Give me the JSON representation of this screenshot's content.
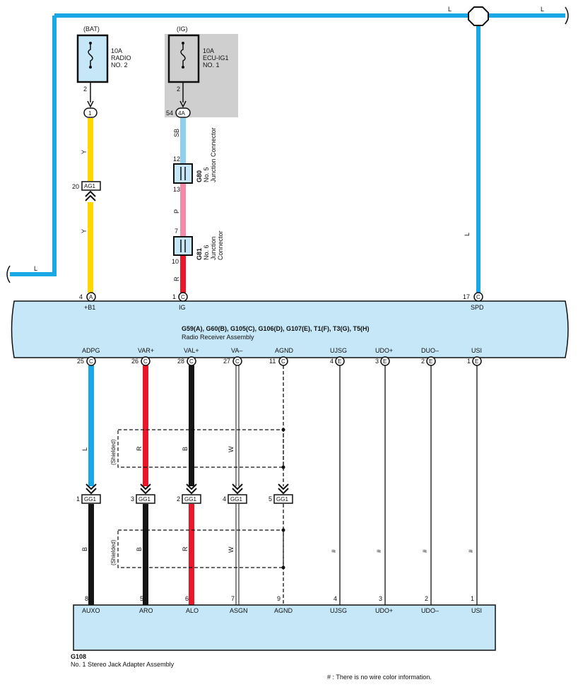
{
  "fuses": {
    "bat": {
      "source": "(BAT)",
      "rating": "10A",
      "name": "RADIO",
      "num": "NO. 2",
      "pin": "2",
      "conn_pin": "1"
    },
    "ig": {
      "source": "(IG)",
      "rating": "10A",
      "name": "ECU-IG1",
      "num": "NO. 1",
      "pin": "2",
      "conn_pin_num": "54",
      "conn_pin": "4A"
    }
  },
  "wires": {
    "top_left": "L",
    "top_right": "L",
    "left_feed": "L",
    "spd": "L",
    "bat_upper": "Y",
    "bat_lower": "Y",
    "ig_sb": "SB",
    "ig_p": "P",
    "ig_r": "R"
  },
  "connectors": {
    "ag1": {
      "pin": "20",
      "name": "AG1"
    },
    "g80": {
      "pin_top": "12",
      "pin_bottom": "13",
      "code": "G80",
      "line1": "No. 5",
      "line2": "Junction Connector"
    },
    "g81": {
      "pin_top": "7",
      "pin_bottom": "10",
      "code": "G81",
      "line1": "No. 6",
      "line2": "Junction",
      "line3": "Connector"
    }
  },
  "radio": {
    "top_pins": [
      {
        "num": "4",
        "conn": "A",
        "label": "+B1"
      },
      {
        "num": "1",
        "conn": "C",
        "label": "IG"
      },
      {
        "num": "17",
        "conn": "C",
        "label": "SPD"
      }
    ],
    "title": "G59(A), G60(B), G105(C), G106(D), G107(E), T1(F), T3(G), T5(H)",
    "subtitle": "Radio Receiver Assembly",
    "bottom_pins": [
      {
        "label": "ADPG",
        "num": "25",
        "conn": "C"
      },
      {
        "label": "VAR+",
        "num": "26",
        "conn": "C"
      },
      {
        "label": "VAL+",
        "num": "28",
        "conn": "C"
      },
      {
        "label": "VA–",
        "num": "27",
        "conn": "C"
      },
      {
        "label": "AGND",
        "num": "11",
        "conn": "C"
      },
      {
        "label": "UJSG",
        "num": "4",
        "conn": "E"
      },
      {
        "label": "UDO+",
        "num": "3",
        "conn": "E"
      },
      {
        "label": "DUO–",
        "num": "2",
        "conn": "E"
      },
      {
        "label": "USI",
        "num": "1",
        "conn": "E"
      }
    ]
  },
  "gg1": [
    {
      "num": "1",
      "name": "GG1"
    },
    {
      "num": "3",
      "name": "GG1"
    },
    {
      "num": "2",
      "name": "GG1"
    },
    {
      "num": "4",
      "name": "GG1"
    },
    {
      "num": "5",
      "name": "GG1"
    }
  ],
  "wire_colors_upper": [
    "L",
    "R",
    "B",
    "W"
  ],
  "wire_colors_lower": [
    "B",
    "B",
    "R",
    "W",
    "#",
    "#",
    "#",
    "#"
  ],
  "shielded": "(Shielded)",
  "adapter": {
    "pins": [
      {
        "num": "8",
        "label": "AUXO"
      },
      {
        "num": "5",
        "label": "ARO"
      },
      {
        "num": "6",
        "label": "ALO"
      },
      {
        "num": "7",
        "label": "ASGN"
      },
      {
        "num": "9",
        "label": "AGND"
      },
      {
        "num": "4",
        "label": "UJSG"
      },
      {
        "num": "3",
        "label": "UDO+"
      },
      {
        "num": "2",
        "label": "UDO–"
      },
      {
        "num": "1",
        "label": "USI"
      }
    ],
    "code": "G108",
    "name": "No.  1 Stereo Jack Adapter Assembly"
  },
  "footnote": "# : There is no wire color information.",
  "colors": {
    "blue": "#1aa7e6",
    "yellow": "#ffd800",
    "red": "#e8182a",
    "black": "#151515",
    "pink": "#f38aa9",
    "lightblue": "#8fd0ef",
    "box": "#c6e7f8",
    "gray": "#cfcfcf"
  }
}
